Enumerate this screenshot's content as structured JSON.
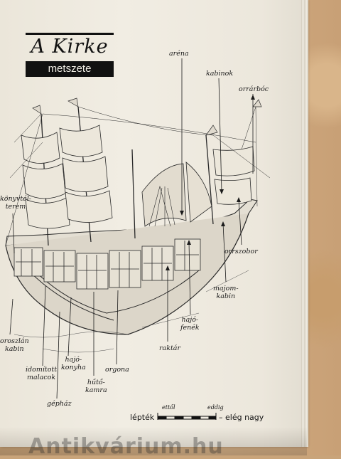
{
  "title": {
    "main": "A Kirke",
    "sub": "metszete"
  },
  "labels": {
    "arena": "aréna",
    "kabinok": "kabinok",
    "orrarboc": "orrárbóc",
    "konyvtel": "könyvtél-\nterem",
    "orrszobor": "orrszobor",
    "majomkabin": "majom-\nkabin",
    "hajofenek": "hajó-\nfenék",
    "oroszlankabin": "oroszlán\nkabin",
    "raktar": "raktár",
    "idomitott": "idomított\nmalacok",
    "hajokonyha": "hajó-\nkonyha",
    "orgona": "orgona",
    "hutokamra": "hűtő-\nkamra",
    "gephaz": "gépház"
  },
  "scale": {
    "label": "lépték",
    "from": "ettől",
    "to": "eddig",
    "suffix": "– elég nagy"
  },
  "watermark": "Antikvárium.hu",
  "colors": {
    "ink": "#1b1b1b",
    "paper": "#efebe1",
    "title_bg": "#111111"
  }
}
